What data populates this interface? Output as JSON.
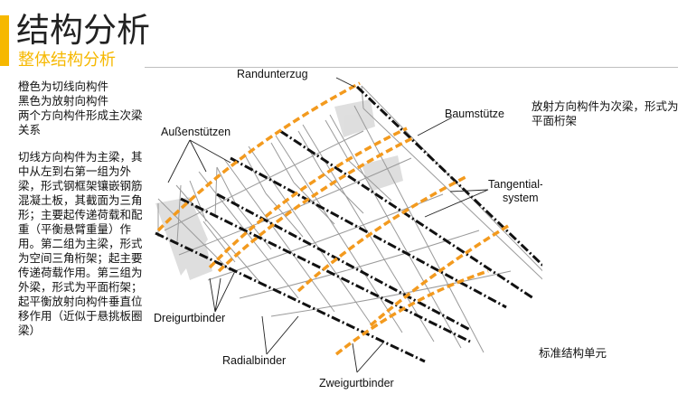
{
  "slide": {
    "title": "结构分析",
    "subtitle": "整体结构分析",
    "accent_color": "#f6b800"
  },
  "notes": {
    "legend": "橙色为切线向构件\n黑色为放射向构件\n两个方向构件形成主次梁关系",
    "main_beams": "切线方向构件为主梁，其中从左到右第一组为外梁，形式钢框架镶嵌钢筋混凝土板，其截面为三角形；主要起传递荷载和配重（平衡悬臂重量）作用。第二组为主梁，形式为空间三角桁架；起主要传递荷载作用。第三组为外梁，形式为平面桁架；起平衡放射向构件垂直位移作用（近似于悬挑板圈梁）",
    "radial": "放射方向构件为次梁，形式为平面桁架",
    "unit": "标准结构单元"
  },
  "diagram": {
    "labels": {
      "randunterzug": "Randunterzug",
      "aussenstuetzen": "Außenstützen",
      "baumstuetze": "Baumstütze",
      "tangential_1": "Tangential-",
      "tangential_2": "system",
      "dreigurtbinder": "Dreigurtbinder",
      "radialbinder": "Radialbinder",
      "zweigurtbinder": "Zweigurtbinder"
    },
    "colors": {
      "tangential_members": "#f39a1e",
      "radial_members": "#111111",
      "frame": "#8a8a8a"
    }
  }
}
